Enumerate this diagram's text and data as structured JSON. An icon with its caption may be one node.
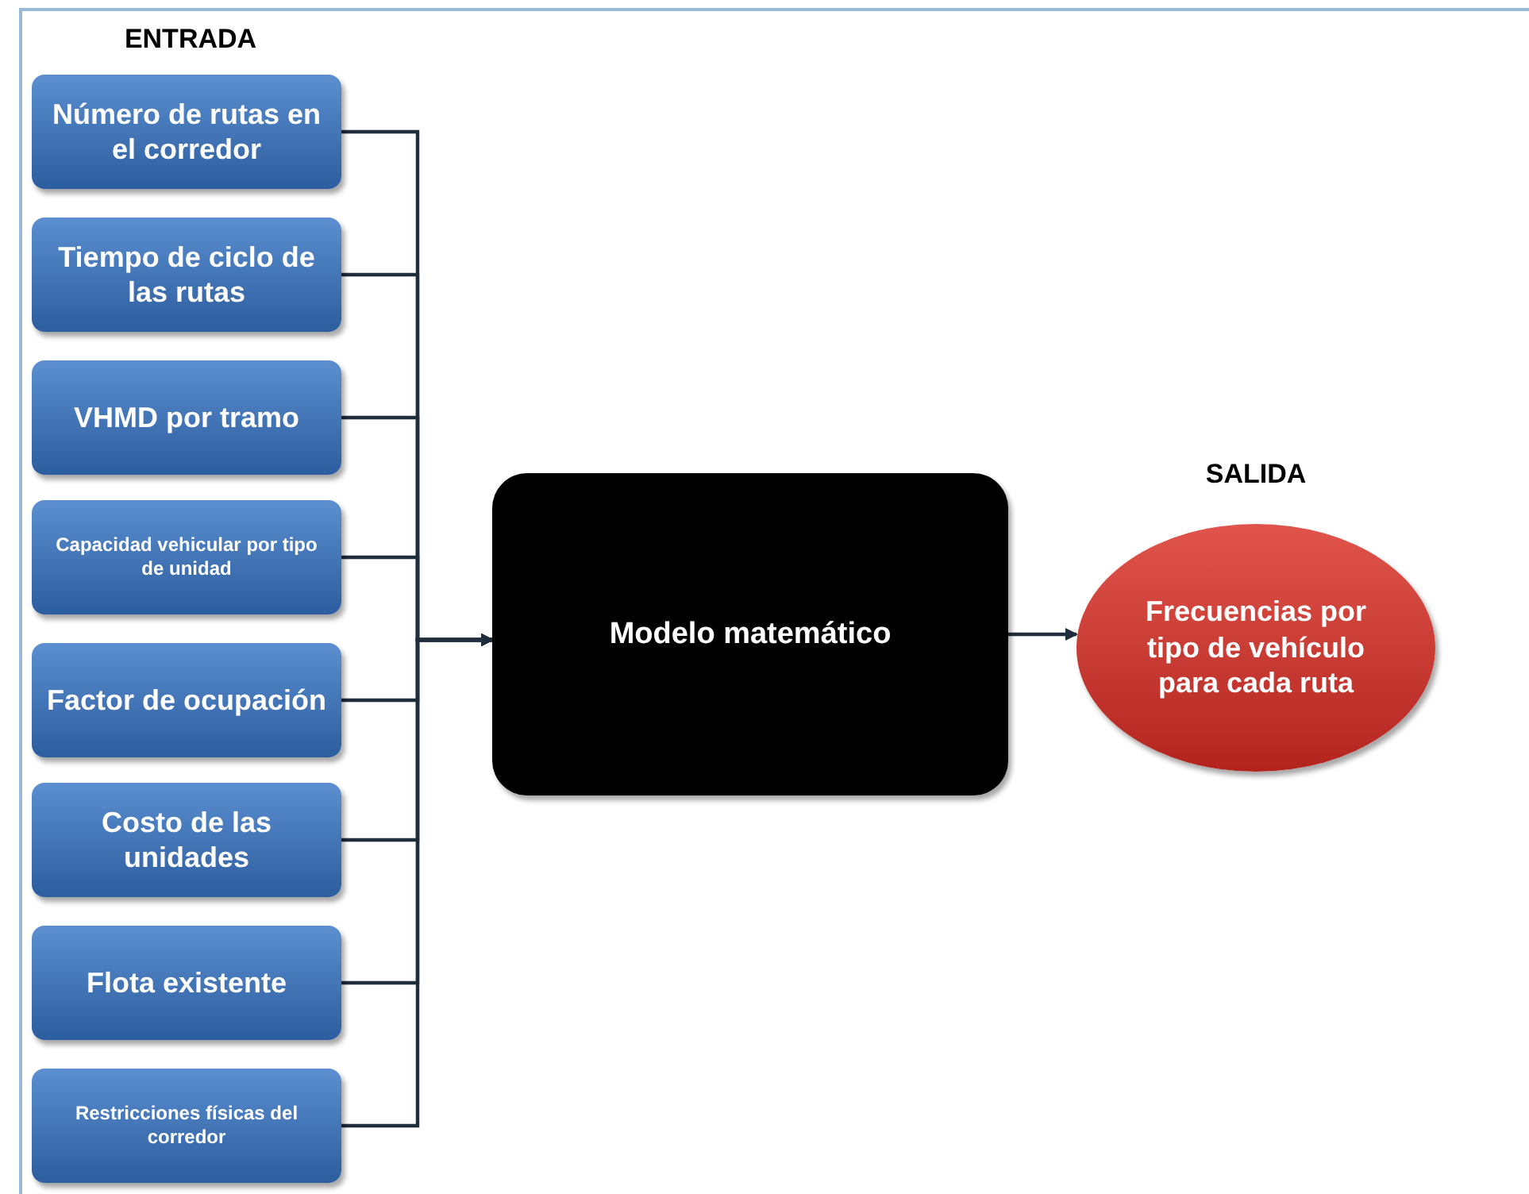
{
  "diagram": {
    "nodes": [
      {
        "text": [
          "Número de rutas en el corredor"
        ]
      },
      {
        "text": [
          "Tiempo de ciclo de las rutas"
        ]
      },
      {
        "text": [
          "VHMD por tramo"
        ]
      },
      {
        "text": [
          "Capacidad vehicular por tipo de unidad"
        ]
      },
      {
        "text": [
          "Factor de ocupación"
        ]
      },
      {
        "text": [
          "Costo de las unidades"
        ]
      },
      {
        "text": [
          "Flota existente"
        ]
      },
      {
        "text": [
          "Restricciones físicas del corredor"
        ]
      },
      {
        "text": [
          "Modelo matemático"
        ]
      },
      {
        "text": [
          "Frecuencias por tipo de vehículo para cada ruta"
        ],
        "beside": [
          "SALIDA"
        ]
      }
    ],
    "edges": [
      {
        "from": 0,
        "to": 8,
        "arrow": "to"
      },
      {
        "from": 1,
        "to": 8,
        "arrow": "to"
      },
      {
        "from": 2,
        "to": 8,
        "arrow": "to"
      },
      {
        "from": 3,
        "to": 8,
        "arrow": "to"
      },
      {
        "from": 4,
        "to": 8,
        "arrow": "to"
      },
      {
        "from": 5,
        "to": 8,
        "arrow": "to"
      },
      {
        "from": 6,
        "to": 8,
        "arrow": "to"
      },
      {
        "from": 7,
        "to": 8,
        "arrow": "to"
      },
      {
        "from": 8,
        "to": 9,
        "arrow": "to"
      }
    ],
    "labels": [
      "ENTRADA"
    ]
  }
}
